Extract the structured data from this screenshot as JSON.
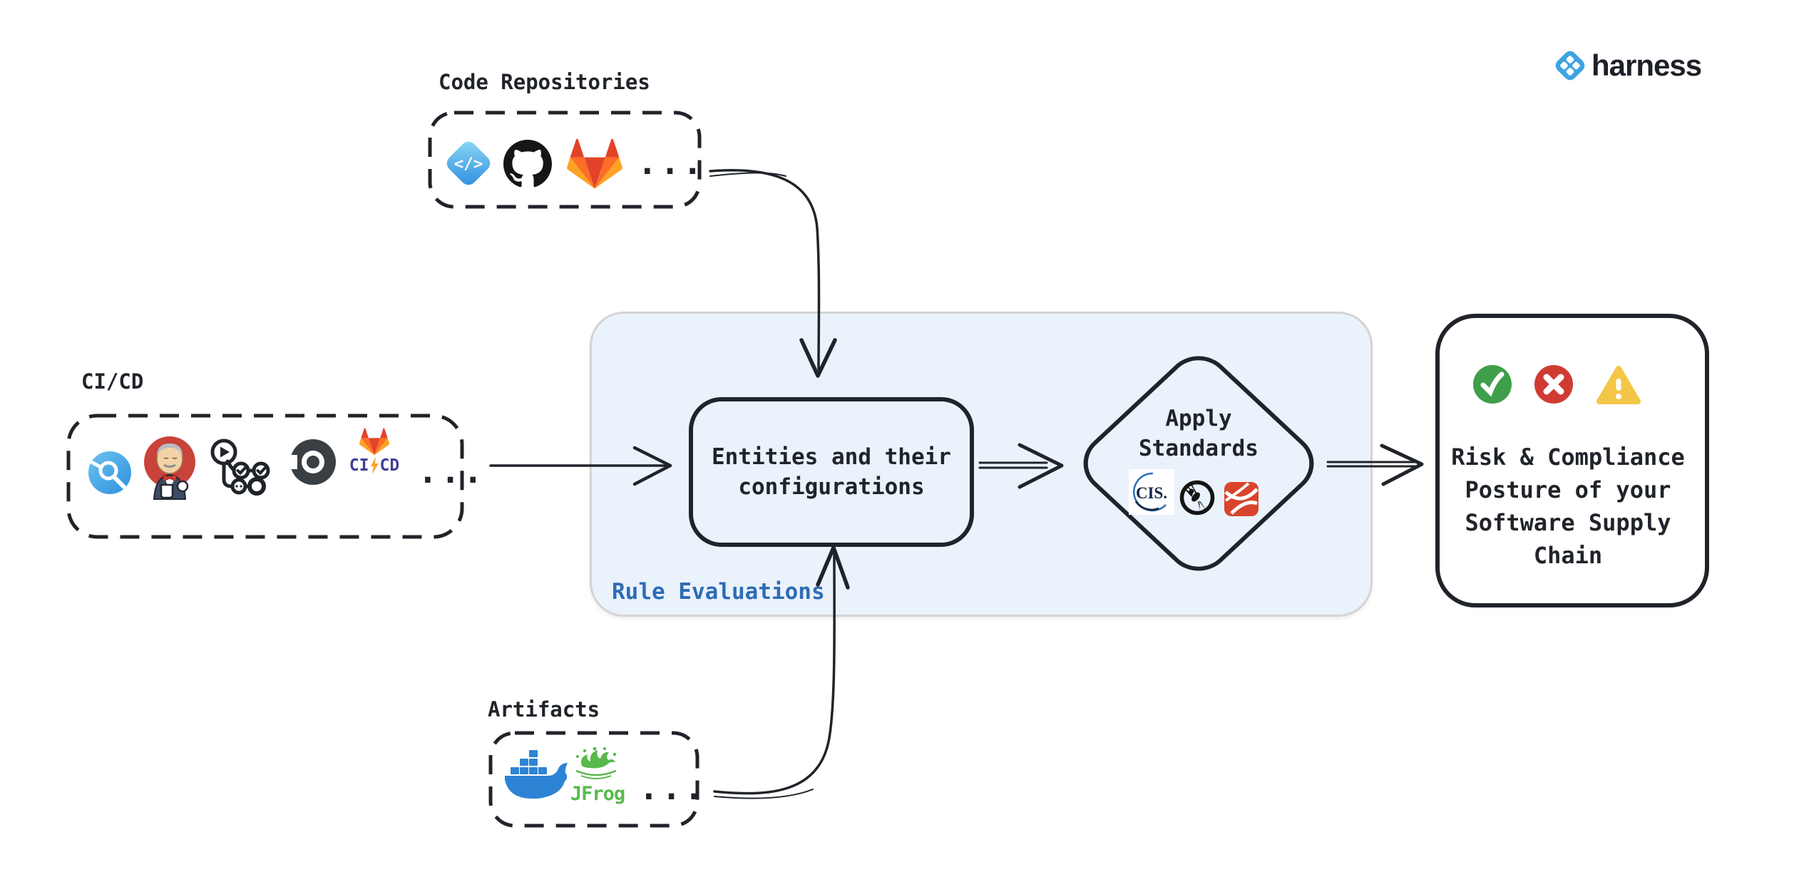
{
  "brand": {
    "name": "harness"
  },
  "sources": {
    "code_repositories": {
      "label": "Code Repositories",
      "icons": [
        "harness-code",
        "github",
        "gitlab"
      ],
      "code_glyph": "</>",
      "ellipsis": "..."
    },
    "cicd": {
      "label": "CI/CD",
      "icons": [
        "harness-ci",
        "jenkins",
        "github-actions",
        "circleci",
        "gitlab-cicd"
      ],
      "gitlab_ci": {
        "left": "CI",
        "right": "CD"
      },
      "ellipsis": "..."
    },
    "artifacts": {
      "label": "Artifacts",
      "icons": [
        "docker",
        "jfrog"
      ],
      "jfrog_label": "JFrog",
      "ellipsis": "..."
    }
  },
  "rule_evaluations": {
    "label": "Rule Evaluations",
    "entities_text": "Entities and their configurations",
    "apply_text": "Apply Standards",
    "standards_icons": [
      "cis",
      "owasp",
      "red-standard"
    ],
    "cis_label": "CIS."
  },
  "outcome": {
    "text": "Risk & Compliance Posture of your Software Supply Chain",
    "status_icons": [
      "pass-check",
      "fail-cross",
      "warning-triangle"
    ]
  },
  "colors": {
    "ink": "#20242a",
    "rule_label_blue": "#2e6cb5",
    "container_fill": "#eaf2fc",
    "container_border": "#d4d4d4",
    "harness_blue": "#3da3e2",
    "pass_green": "#3f9e49",
    "fail_red": "#cf3b33",
    "warning_yellow": "#f3c647"
  }
}
